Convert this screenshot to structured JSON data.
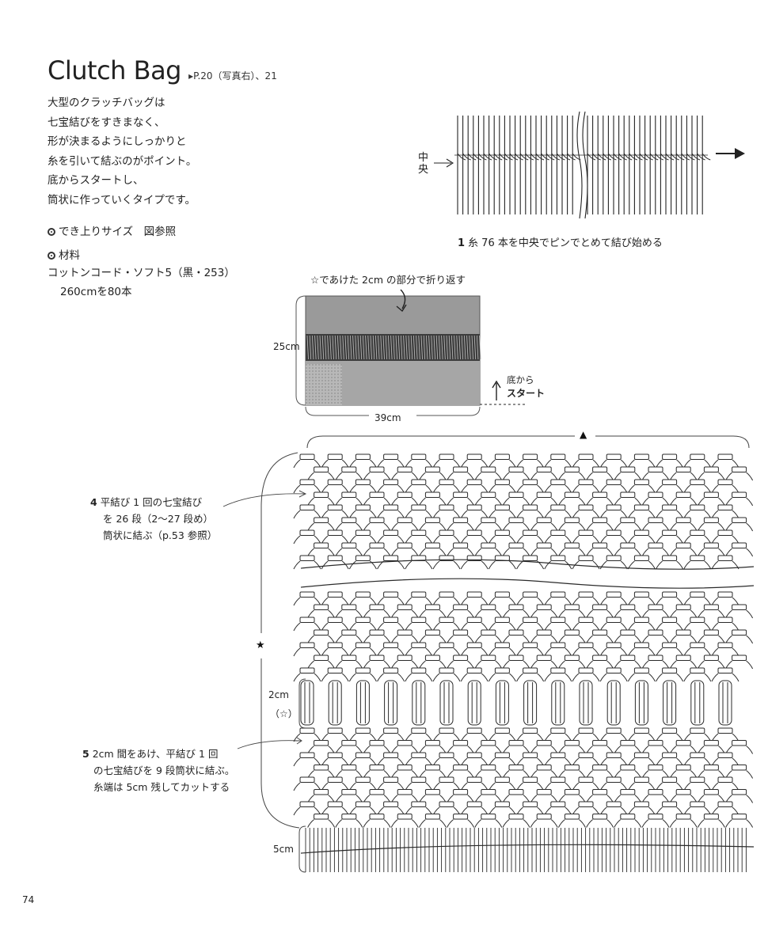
{
  "header": {
    "title": "Clutch Bag",
    "page_ref": "▸P.20（写真右）、21"
  },
  "intro": {
    "lines": [
      "大型のクラッチバッグは",
      "七宝結びをすきまなく、",
      "形が決まるようにしっかりと",
      "糸を引いて結ぶのがポイント。",
      "底からスタートし、",
      "筒状に作っていくタイプです。"
    ]
  },
  "specs": {
    "size_label": "でき上りサイズ　図参照",
    "materials_label": "材料",
    "material_line1": "コットンコード・ソフト5（黒・253）",
    "material_line2": "260cmを80本"
  },
  "diagram1": {
    "center_label": "中央",
    "step_number": "1",
    "caption": "糸 76 本を中央でピンでとめて結び始める"
  },
  "diagram2": {
    "fold_note": "☆であけた 2cm の部分で折り返す",
    "height_label": "25cm",
    "width_label": "39cm",
    "start_label_top": "底から",
    "start_label_bottom": "スタート"
  },
  "diagram3": {
    "top_marker": "▲",
    "side_marker": "★",
    "step4_number": "4",
    "step4_lines": [
      "平結び 1 回の七宝結び",
      "を 26 段（2〜27 段め）",
      "筒状に結ぶ（p.53 参照）"
    ],
    "step5_number": "5",
    "step5_lines": [
      "2cm 間をあけ、平結び 1 回",
      "の七宝結びを 9 段筒状に結ぶ。",
      "糸端は 5cm 残してカットする"
    ],
    "gap_label": "2cm",
    "gap_mark": "（☆）",
    "fringe_label": "5cm"
  },
  "footer": {
    "page_number": "74"
  }
}
